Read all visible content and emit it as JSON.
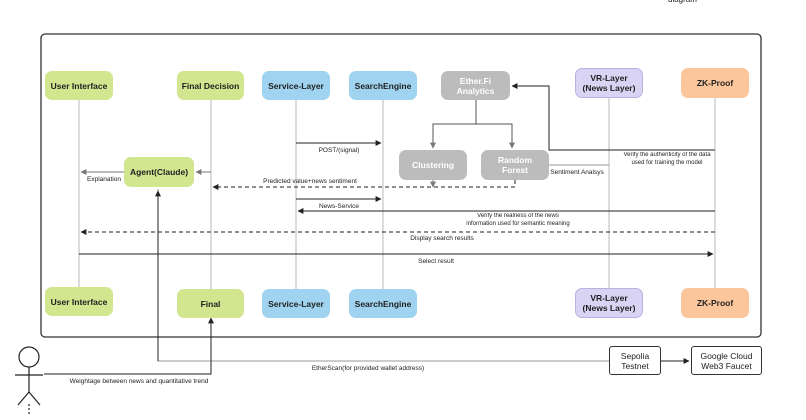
{
  "header": {
    "corner_text": "diagram"
  },
  "nodes": {
    "ui_top": "User Interface",
    "final_decision": "Final Decision",
    "service_top": "Service-Layer",
    "search_top": "SearchEngine",
    "etherfi": "Ether.Fi Analytics",
    "vr_top": "VR-Layer (News Layer)",
    "zk_top": "ZK-Proof",
    "agent": "Agent(Claude)",
    "clustering": "Clustering",
    "random_forest": "Random Forest",
    "ui_bottom": "User Interface",
    "final_bottom": "Final",
    "service_bottom": "Service-Layer",
    "search_bottom": "SearchEngine",
    "vr_bottom": "VR-Layer (News Layer)",
    "zk_bottom": "ZK-Proof",
    "sepolia": "Sepolia Testnet",
    "google": "Google Cloud Web3 Faucet"
  },
  "messages": {
    "post_signal": "POST/(signal)",
    "explanation": "Explanation",
    "predicted": "Predicted value+news sentiment",
    "sentiment": "Sentiment Analsys",
    "verify_data": "Verify the authenticity of the data used for training the model",
    "news_service": "News-Service",
    "verify_news": "Verify the realness of the news information used for semantic meaning",
    "display": "Display search results",
    "select": "Select result",
    "weightage": "Weightage between news and quantitative trend",
    "etherscan": "EtherScan(for provided wallet address)"
  },
  "colors": {
    "green": "#d2e58f",
    "blue": "#9fd3ef",
    "gray": "#bcbcbc",
    "purple": "#d9d4f4",
    "orange": "#fbc69c",
    "line": "#222222",
    "lifeline": "#b5b5b5"
  }
}
